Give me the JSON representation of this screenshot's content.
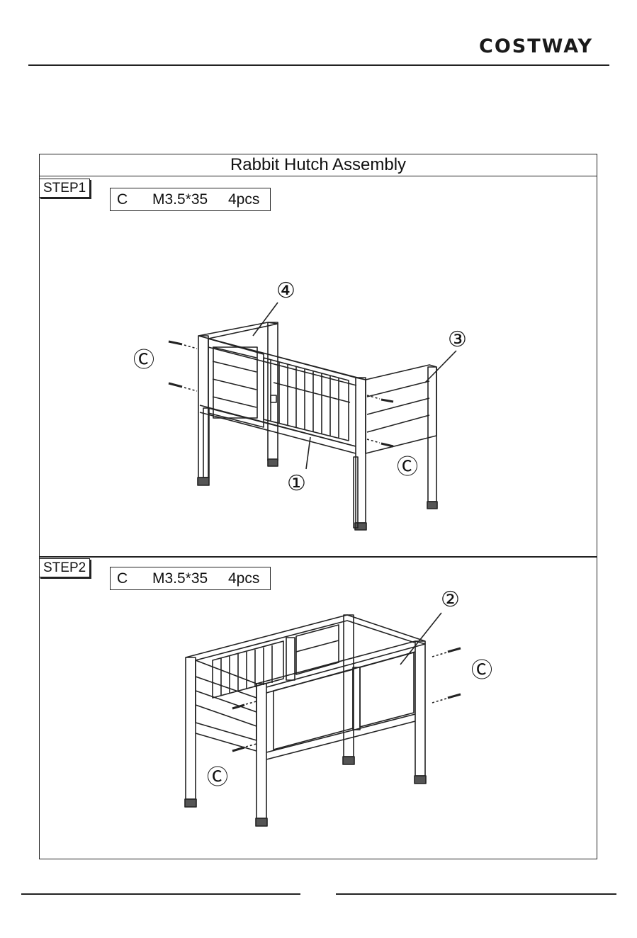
{
  "header": {
    "brand": "COSTWAY"
  },
  "title": "Rabbit Hutch Assembly",
  "steps": [
    {
      "label": "STEP1",
      "hardware": {
        "code": "C",
        "spec": "M3.5*35",
        "qty": "4pcs"
      },
      "callouts": {
        "part4": "④",
        "part3": "③",
        "part1": "①",
        "screw_left": "Ⓒ",
        "screw_right": "Ⓒ"
      }
    },
    {
      "label": "STEP2",
      "hardware": {
        "code": "C",
        "spec": "M3.5*35",
        "qty": "4pcs"
      },
      "callouts": {
        "part2": "②",
        "screw_right": "Ⓒ",
        "screw_left": "Ⓒ"
      }
    }
  ]
}
